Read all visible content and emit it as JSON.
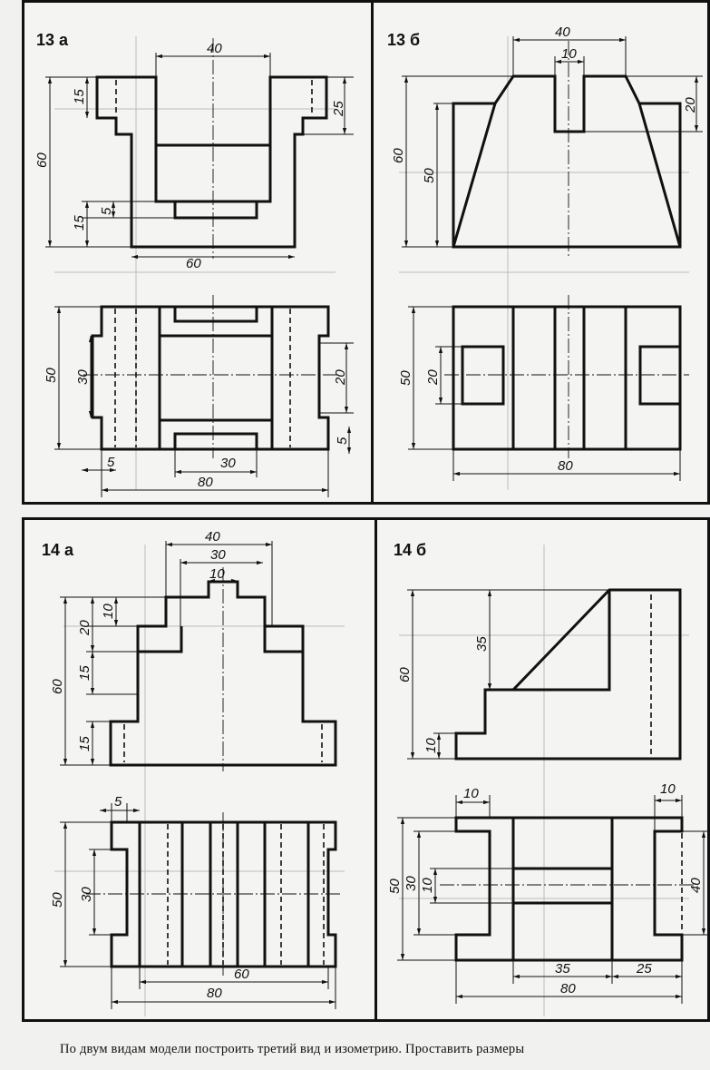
{
  "panels": [
    {
      "id": "13a",
      "label": "13 а",
      "dims": [
        "40",
        "15",
        "25",
        "60",
        "5",
        "15",
        "60",
        "50",
        "30",
        "20",
        "5",
        "5",
        "30",
        "80"
      ]
    },
    {
      "id": "13b",
      "label": "13 б",
      "dims": [
        "40",
        "10",
        "20",
        "60",
        "50",
        "50",
        "20",
        "80"
      ]
    },
    {
      "id": "14a",
      "label": "14 а",
      "dims": [
        "40",
        "30",
        "10",
        "10",
        "20",
        "15",
        "60",
        "15",
        "5",
        "30",
        "50",
        "60",
        "80"
      ]
    },
    {
      "id": "14b",
      "label": "14 б",
      "dims": [
        "35",
        "60",
        "10",
        "10",
        "10",
        "50",
        "30",
        "10",
        "40",
        "35",
        "25",
        "80"
      ]
    }
  ],
  "caption": "По двум видам модели построить третий вид и изометрию. Проставить размеры"
}
